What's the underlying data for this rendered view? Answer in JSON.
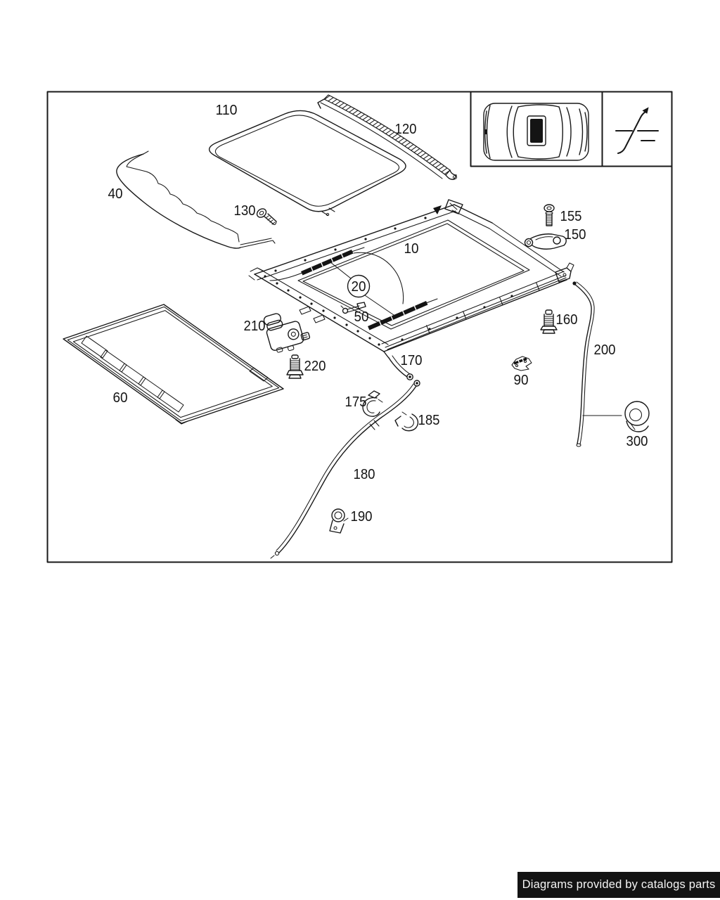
{
  "diagram": {
    "kind": "exploded-parts-diagram",
    "framed": true
  },
  "parts": {
    "p10": "10",
    "p20": "20",
    "p40": "40",
    "p50": "50",
    "p60": "60",
    "p90": "90",
    "p110": "110",
    "p120": "120",
    "p130": "130",
    "p150": "150",
    "p155": "155",
    "p160": "160",
    "p170": "170",
    "p175": "175",
    "p180": "180",
    "p185": "185",
    "p190": "190",
    "p200": "200",
    "p210": "210",
    "p220": "220",
    "p300": "300"
  },
  "legend": {
    "car_icon": "car-top-view-sunroof-highlighted",
    "function_icon": "sunroof-tilt-arrow-symbol"
  },
  "footer": {
    "text": "Diagrams provided by catalogs parts"
  },
  "colors": {
    "ink": "#181818",
    "paper": "#ffffff",
    "footer_bg": "#131313",
    "footer_fg": "#f5f5f5",
    "sunroof_fill": "#000000"
  }
}
